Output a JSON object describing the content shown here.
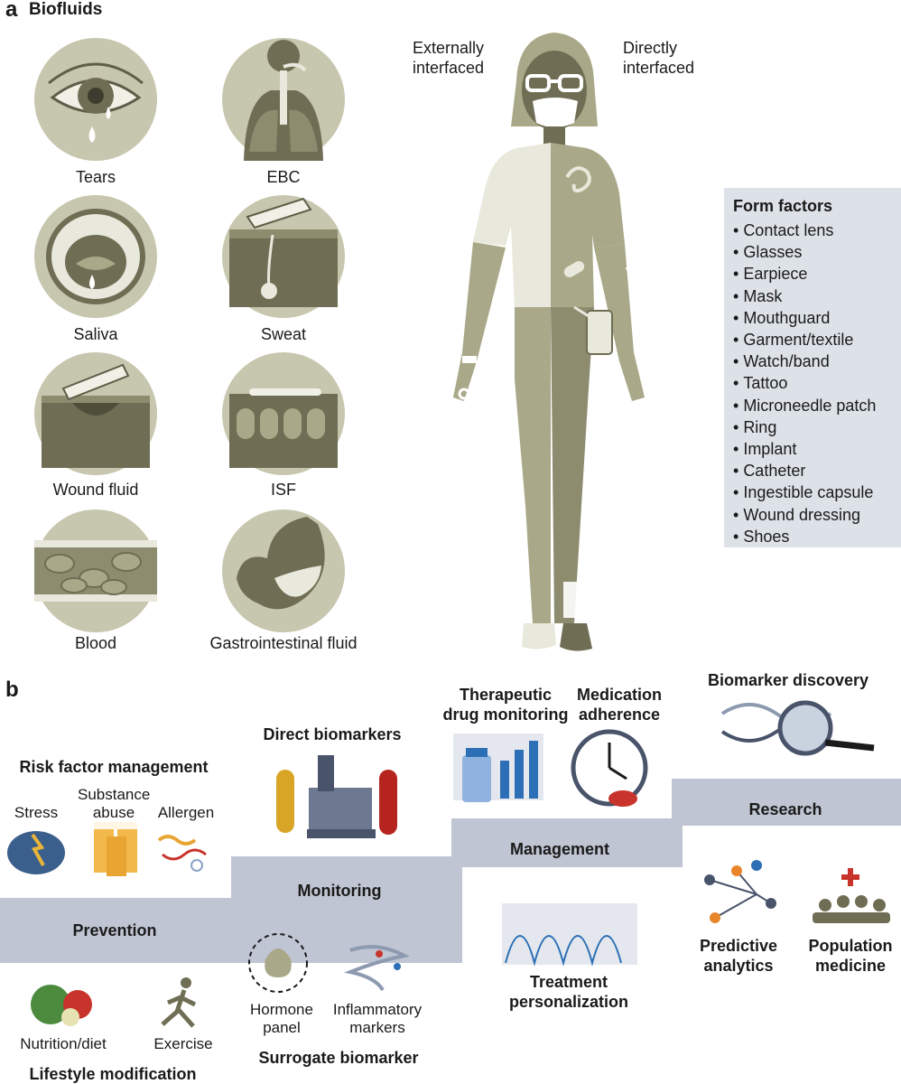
{
  "panel_a": {
    "letter": "a",
    "title": "Biofluids",
    "biofluids": [
      "Tears",
      "EBC",
      "Saliva",
      "Sweat",
      "Wound fluid",
      "ISF",
      "Blood",
      "Gastrointestinal fluid"
    ],
    "external_label_line1": "Externally",
    "external_label_line2": "interfaced",
    "direct_label_line1": "Directly",
    "direct_label_line2": "interfaced",
    "form_factors_title": "Form factors",
    "form_factors": [
      "Contact lens",
      "Glasses",
      "Earpiece",
      "Mask",
      "Mouthguard",
      "Garment/textile",
      "Watch/band",
      "Tattoo",
      "Microneedle patch",
      "Ring",
      "Implant",
      "Catheter",
      "Ingestible capsule",
      "Wound dressing",
      "Shoes"
    ]
  },
  "panel_b": {
    "letter": "b",
    "steps": [
      "Prevention",
      "Monitoring",
      "Management",
      "Research"
    ],
    "risk_factor_title": "Risk factor management",
    "stress": "Stress",
    "substance_line1": "Substance",
    "substance_line2": "abuse",
    "allergen": "Allergen",
    "direct_biomarkers": "Direct biomarkers",
    "tdm_line1": "Therapeutic",
    "tdm_line2": "drug monitoring",
    "adherence_line1": "Medication",
    "adherence_line2": "adherence",
    "biomarker_discovery": "Biomarker discovery",
    "nutrition": "Nutrition/diet",
    "exercise": "Exercise",
    "lifestyle_title": "Lifestyle modification",
    "hormone_line1": "Hormone",
    "hormone_line2": "panel",
    "inflammatory_line1": "Inflammatory",
    "inflammatory_line2": "markers",
    "surrogate_title": "Surrogate biomarker",
    "treatment_line1": "Treatment",
    "treatment_line2": "personalization",
    "predictive_line1": "Predictive",
    "predictive_line2": "analytics",
    "population_line1": "Population",
    "population_line2": "medicine"
  },
  "colors": {
    "olive": "#a9a888",
    "olive_dark": "#6f6e54",
    "olive_light": "#c9c9b0",
    "circle_bg": "#c7c6ae",
    "body_light": "#e8e8dc",
    "step_fill": "#bfc5d2",
    "box_fill": "#dde1e8",
    "accent_blue": "#2c6fb6",
    "accent_red": "#c8332b",
    "accent_yellow": "#e8b53a"
  }
}
